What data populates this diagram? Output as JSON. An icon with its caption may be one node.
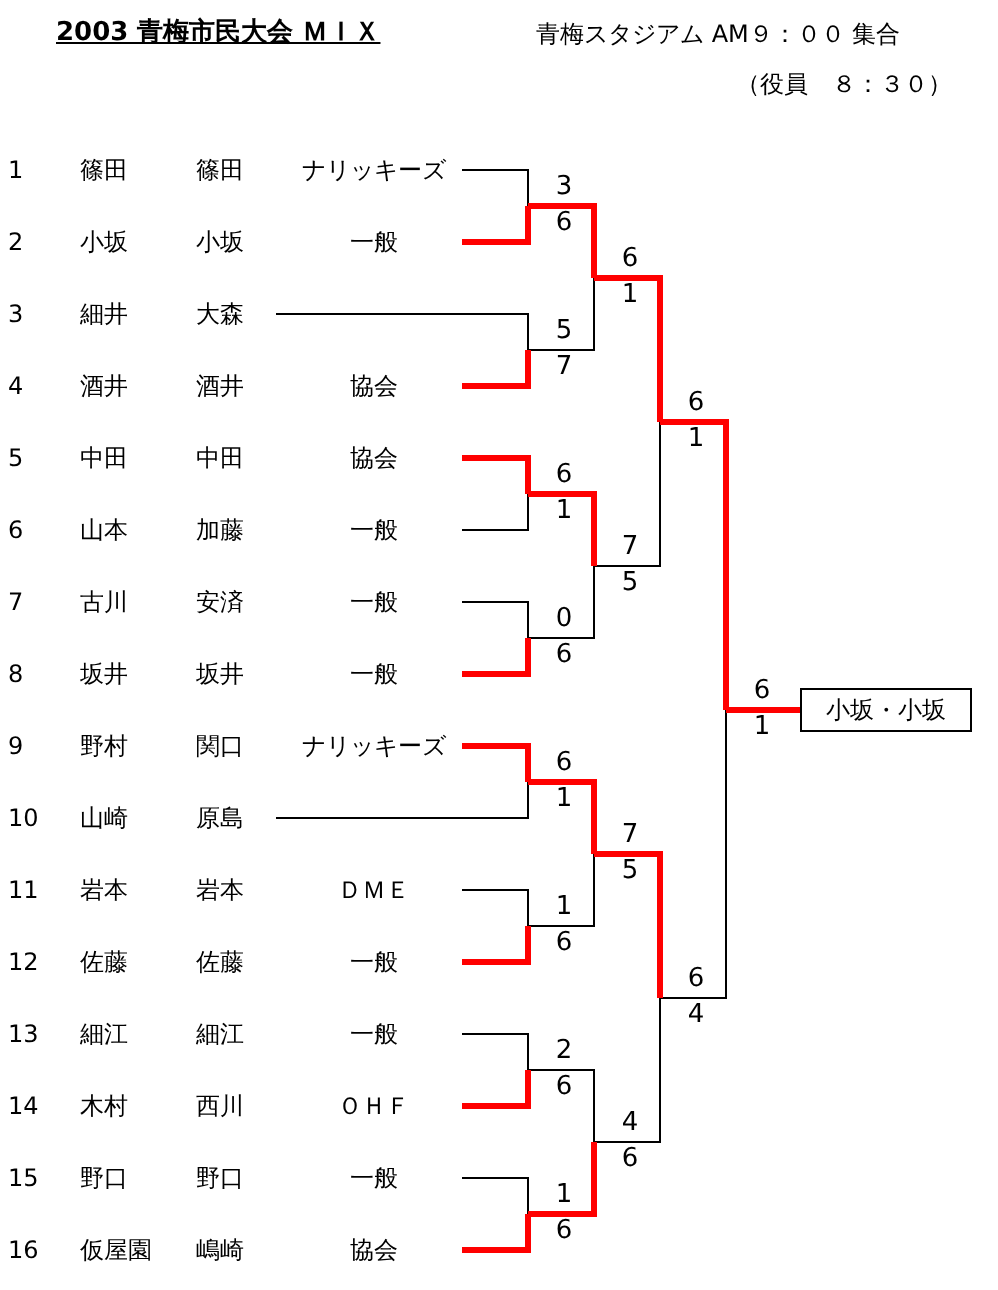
{
  "diagram": {
    "title": "2003 青梅市民大会 ＭＩＸ",
    "nodes": [
      {
        "text": [
          "1",
          "篠田",
          "篠田",
          "ナリッキーズ"
        ]
      },
      {
        "text": [
          "2",
          "小坂",
          "小坂",
          "一般"
        ]
      },
      {
        "text": [
          "3",
          "細井",
          "大森"
        ]
      },
      {
        "text": [
          "4",
          "酒井",
          "酒井",
          "協会"
        ]
      },
      {
        "text": [
          "5",
          "中田",
          "中田",
          "協会"
        ]
      },
      {
        "text": [
          "6",
          "山本",
          "加藤",
          "一般"
        ]
      },
      {
        "text": [
          "7",
          "古川",
          "安済",
          "一般"
        ]
      },
      {
        "text": [
          "8",
          "坂井",
          "坂井",
          "一般"
        ]
      },
      {
        "text": [
          "9",
          "野村",
          "関口",
          "ナリッキーズ"
        ]
      },
      {
        "text": [
          "10",
          "山崎",
          "原島"
        ]
      },
      {
        "text": [
          "11",
          "岩本",
          "岩本",
          "ＤＭＥ"
        ]
      },
      {
        "text": [
          "12",
          "佐藤",
          "佐藤",
          "一般"
        ]
      },
      {
        "text": [
          "13",
          "細江",
          "細江",
          "一般"
        ]
      },
      {
        "text": [
          "14",
          "木村",
          "西川",
          "ＯＨＦ"
        ]
      },
      {
        "text": [
          "15",
          "野口",
          "野口",
          "一般"
        ]
      },
      {
        "text": [
          "16",
          "仮屋園",
          "嶋崎",
          "協会"
        ]
      },
      {
        "text": [
          "3",
          "6"
        ]
      },
      {
        "text": [
          "5",
          "7"
        ]
      },
      {
        "text": [
          "6",
          "1"
        ]
      },
      {
        "text": [
          "0",
          "6"
        ]
      },
      {
        "text": [
          "6",
          "1"
        ]
      },
      {
        "text": [
          "1",
          "6"
        ]
      },
      {
        "text": [
          "2",
          "6"
        ]
      },
      {
        "text": [
          "1",
          "6"
        ]
      },
      {
        "text": [
          "6",
          "1"
        ]
      },
      {
        "text": [
          "7",
          "5"
        ]
      },
      {
        "text": [
          "7",
          "5"
        ]
      },
      {
        "text": [
          "4",
          "6"
        ]
      },
      {
        "text": [
          "6",
          "1"
        ]
      },
      {
        "text": [
          "6",
          "4"
        ]
      },
      {
        "text": [
          "6",
          "1"
        ]
      },
      {
        "text": [
          "小坂・小坂"
        ]
      }
    ],
    "edges": [
      {
        "from": 0,
        "to": 16,
        "arrow": "none",
        "color": "#000000"
      },
      {
        "from": 1,
        "to": 16,
        "arrow": "none"
      },
      {
        "from": 2,
        "to": 17,
        "arrow": "none",
        "color": "#000000"
      },
      {
        "from": 3,
        "to": 17,
        "arrow": "none"
      },
      {
        "from": 4,
        "to": 18,
        "arrow": "none"
      },
      {
        "from": 5,
        "to": 18,
        "arrow": "none",
        "color": "#000000"
      },
      {
        "from": 6,
        "to": 19,
        "arrow": "none",
        "color": "#000000"
      },
      {
        "from": 7,
        "to": 19,
        "arrow": "none"
      },
      {
        "from": 8,
        "to": 20,
        "arrow": "none"
      },
      {
        "from": 9,
        "to": 20,
        "arrow": "none",
        "color": "#000000"
      },
      {
        "from": 10,
        "to": 21,
        "arrow": "none",
        "color": "#000000"
      },
      {
        "from": 11,
        "to": 21,
        "arrow": "none"
      },
      {
        "from": 12,
        "to": 22,
        "arrow": "none",
        "color": "#000000"
      },
      {
        "from": 13,
        "to": 22,
        "arrow": "none"
      },
      {
        "from": 14,
        "to": 23,
        "arrow": "none",
        "color": "#000000"
      },
      {
        "from": 15,
        "to": 23,
        "arrow": "none"
      },
      {
        "from": 16,
        "to": 24,
        "arrow": "none"
      },
      {
        "from": 17,
        "to": 24,
        "arrow": "none",
        "color": "#000000"
      },
      {
        "from": 18,
        "to": 25,
        "arrow": "none"
      },
      {
        "from": 19,
        "to": 25,
        "arrow": "none",
        "color": "#000000"
      },
      {
        "from": 20,
        "to": 26,
        "arrow": "none"
      },
      {
        "from": 21,
        "to": 26,
        "arrow": "none",
        "color": "#000000"
      },
      {
        "from": 22,
        "to": 27,
        "arrow": "none",
        "color": "#000000"
      },
      {
        "from": 23,
        "to": 27,
        "arrow": "none"
      },
      {
        "from": 24,
        "to": 28,
        "arrow": "none"
      },
      {
        "from": 25,
        "to": 28,
        "arrow": "none",
        "color": "#000000"
      },
      {
        "from": 26,
        "to": 29,
        "arrow": "none"
      },
      {
        "from": 27,
        "to": 29,
        "arrow": "none",
        "color": "#000000"
      },
      {
        "from": 28,
        "to": 30,
        "arrow": "none"
      },
      {
        "from": 29,
        "to": 30,
        "arrow": "none",
        "color": "#000000"
      },
      {
        "from": 30,
        "to": 31,
        "arrow": "none"
      }
    ],
    "labels": [
      "青梅スタジアム AM９：００ 集合",
      "（役員　８：３０）"
    ]
  }
}
